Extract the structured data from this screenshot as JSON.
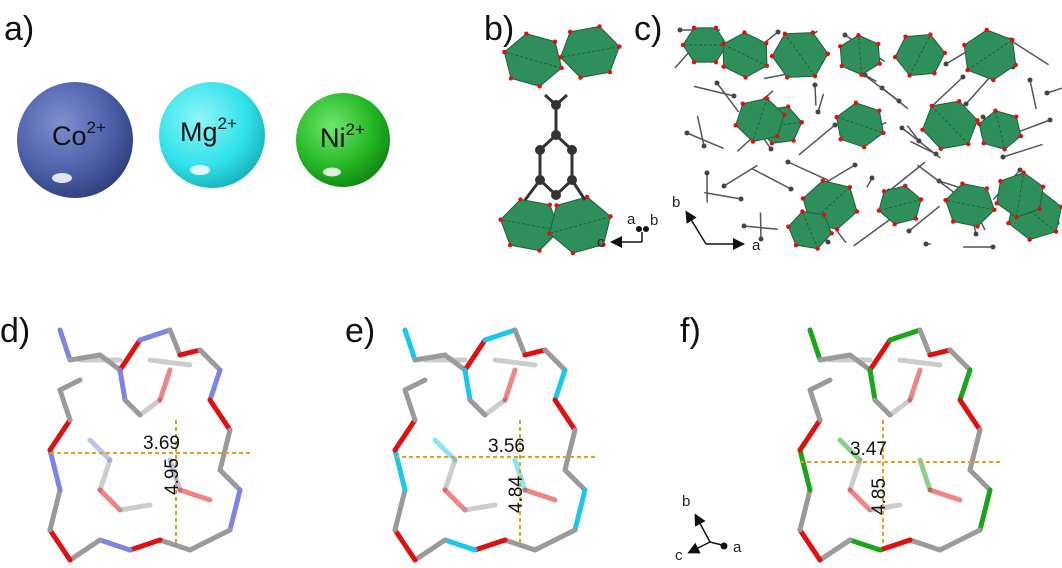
{
  "panels": {
    "a": {
      "label": "a)",
      "ions": [
        {
          "symbol": "Co",
          "charge": "2+",
          "color": "#4a5ea8"
        },
        {
          "symbol": "Mg",
          "charge": "2+",
          "color": "#2fe2ea"
        },
        {
          "symbol": "Ni",
          "charge": "2+",
          "color": "#22b622"
        }
      ]
    },
    "b": {
      "label": "b)"
    },
    "c": {
      "label": "c)",
      "axes_small": {
        "a": "a",
        "b": "b",
        "c": "c"
      },
      "axes_large": {
        "a": "a",
        "b": "b"
      }
    },
    "d": {
      "label": "d)",
      "metal_color": "#7c84e6",
      "distance_h": "3.69",
      "distance_v": "4.95"
    },
    "e": {
      "label": "e)",
      "metal_color": "#19c8ea",
      "distance_h": "3.56",
      "distance_v": "4.84"
    },
    "f": {
      "label": "f)",
      "metal_color": "#1aa51a",
      "distance_h": "3.47",
      "distance_v": "4.85",
      "axes": {
        "a": "a",
        "b": "b",
        "c": "c"
      }
    }
  },
  "colors": {
    "polyhedron": "#2f8f5a",
    "oxygen": "#e01010",
    "carbon": "#8a8a8a",
    "distance": "#e0a020"
  }
}
